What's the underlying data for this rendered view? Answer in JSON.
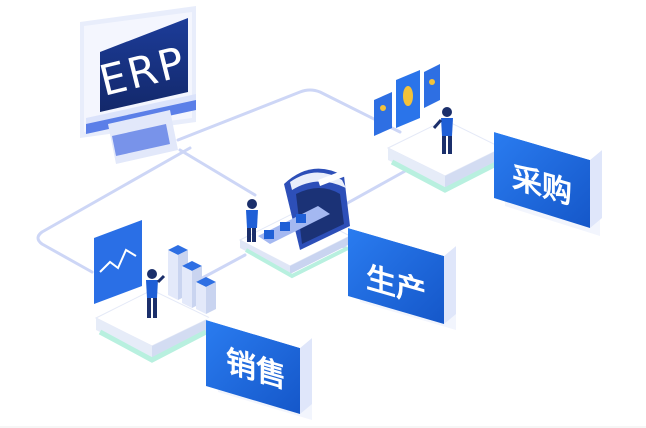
{
  "diagram": {
    "erp_label": "ERP",
    "sales_label": "销售",
    "production_label": "生产",
    "purchase_label": "采购"
  },
  "colors": {
    "primary_blue": "#1f6fe0",
    "dark_blue": "#1a3a8a",
    "navy": "#16285e",
    "line_blue": "#c8d3f5",
    "platform_top": "#ffffff",
    "platform_shadow": "#dfe6f7",
    "mint": "#b8f0df"
  }
}
